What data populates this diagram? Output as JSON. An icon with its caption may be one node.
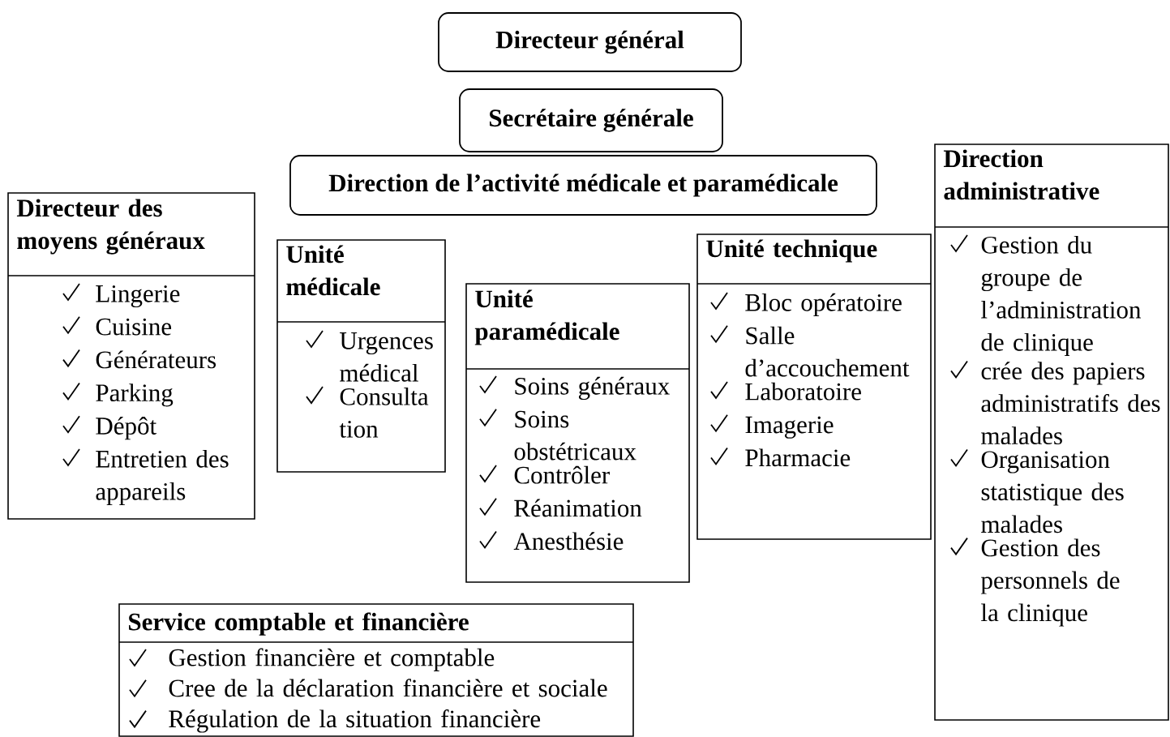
{
  "diagram": {
    "nodes": [
      {
        "text": [
          "Directeur général"
        ]
      },
      {
        "text": [
          "Secrétaire générale"
        ]
      },
      {
        "text": [
          "Direction de l’activité médicale et paramédicale"
        ]
      },
      {
        "text": [
          "Directeur des moyens généraux",
          "Lingerie",
          "Cuisine",
          "Générateurs",
          "Parking",
          "Dépôt",
          "Entretien des appareils"
        ]
      },
      {
        "text": [
          "Unité médicale",
          "Urgences médical",
          "Consulta tion"
        ]
      },
      {
        "text": [
          "Unité paramédicale",
          "Soins généraux",
          "Soins obstétricaux",
          "Contrôler",
          "Réanimation",
          "Anesthésie"
        ]
      },
      {
        "text": [
          "Unité technique",
          "Bloc opératoire",
          "Salle d’accouchement",
          "Laboratoire",
          "Imagerie",
          "Pharmacie"
        ]
      },
      {
        "text": [
          "Direction administrative",
          "Gestion du groupe de l’administration de clinique",
          "crée des papiers administratifs des malades",
          "Organisation statistique des malades",
          "Gestion des personnels de la clinique"
        ]
      },
      {
        "text": [
          "Service comptable et financière",
          "Gestion financière et comptable",
          "Cree de la déclaration financière et sociale",
          "Régulation de la situation financière"
        ]
      }
    ]
  }
}
